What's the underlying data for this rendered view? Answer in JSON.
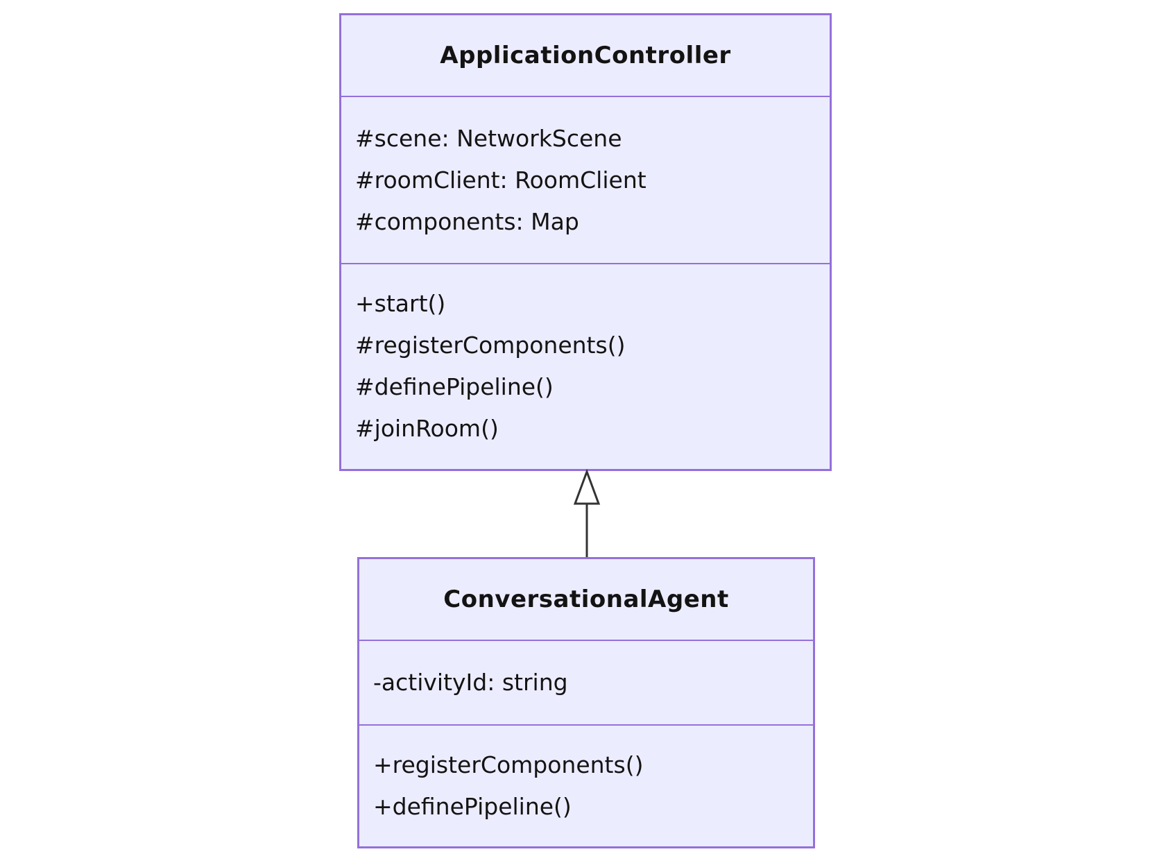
{
  "colors": {
    "background": "#ffffff",
    "node_fill": "#ECECFF",
    "node_border": "#9370DB",
    "text_color": "#131313",
    "edge_color": "#333333"
  },
  "diagram_type": "uml-class-diagram",
  "classes": [
    {
      "name": "ApplicationController",
      "attributes": [
        "#scene: NetworkScene",
        "#roomClient: RoomClient",
        "#components: Map"
      ],
      "methods": [
        "+start()",
        "#registerComponents()",
        "#definePipeline()",
        "#joinRoom()"
      ]
    },
    {
      "name": "ConversationalAgent",
      "attributes": [
        "-activityId: string"
      ],
      "methods": [
        "+registerComponents()",
        "+definePipeline()"
      ]
    }
  ],
  "relations": [
    {
      "from": "ConversationalAgent",
      "to": "ApplicationController",
      "type": "inheritance"
    }
  ]
}
